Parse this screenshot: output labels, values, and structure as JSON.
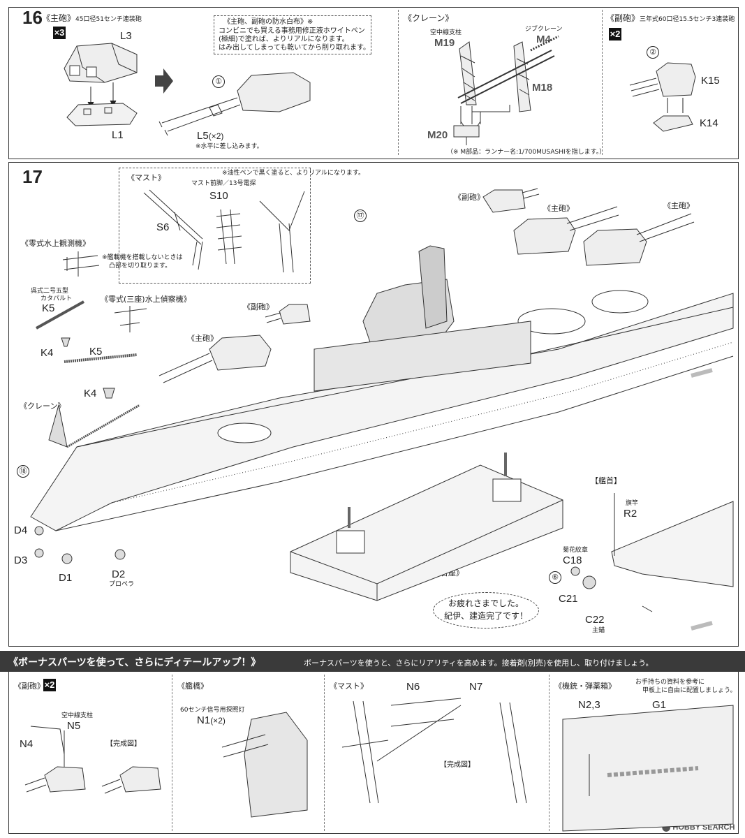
{
  "step16": {
    "number": "16",
    "main_gun": {
      "title": "《主砲》",
      "sub": "45口径51センチ連装砲",
      "qty": "×3",
      "parts": {
        "l3": "L3",
        "l1": "L1",
        "l5": "L5",
        "l5_qty": "(×2)"
      },
      "note": "※水平に差し込みます。",
      "ref": "①"
    },
    "waterproof_note": {
      "title": "《主砲、副砲の防水白布》※",
      "lines": [
        "コンビニでも買える事務用修正液ホワイトペン",
        "(極細)で塗れば、よりリアルになります。",
        "はみ出してしまっても乾いてから削り取れます。"
      ]
    },
    "crane": {
      "title": "《クレーン》",
      "labels": {
        "mast": "空中線支柱",
        "jib": "ジブクレーン"
      },
      "parts": {
        "m19": "M19",
        "m4": "M4",
        "m18": "M18",
        "m20": "M20"
      },
      "note": "（※ M部品：ランナー名:1/700MUSASHIを指します。）"
    },
    "secondary_gun": {
      "title": "《副砲》",
      "sub": "三年式60口径15.5センチ3連装砲",
      "qty": "×2",
      "parts": {
        "k15": "K15",
        "k14": "K14"
      },
      "ref": "②"
    }
  },
  "step17": {
    "number": "17",
    "mast": {
      "title": "《マスト》",
      "s6": "S6",
      "s10_label": "マスト前脚／13号電探",
      "s10": "S10",
      "note": "※油性ペンで黒く塗ると、よりリアルになります。"
    },
    "seaplane": {
      "title": "《零式水上観測機》",
      "note_lines": [
        "※艦載機を搭載しないときは",
        "凸部を切り取ります。"
      ]
    },
    "catapult": {
      "label_lines": [
        "呉式二号五型",
        "カタパルト"
      ],
      "k5a": "K5",
      "k5b": "K5",
      "k4a": "K4",
      "k4b": "K4"
    },
    "recon_plane": {
      "title": "《零式(三座)水上偵察機》"
    },
    "labels": {
      "secondary_a": "《副砲》",
      "secondary_b": "《副砲》",
      "main_a": "《主砲》",
      "main_b": "《主砲》",
      "main_c": "《主砲》",
      "crane": "《クレーン》",
      "base": "《台座》",
      "bow": "【艦首】"
    },
    "refs": {
      "r17": "⑰",
      "r18": "⑱",
      "r6": "⑥"
    },
    "props": {
      "d4": "D4",
      "d3": "D3",
      "d1": "D1",
      "d2": "D2",
      "label": "プロペラ"
    },
    "bow_parts": {
      "flag_label": "旗竿",
      "r2": "R2",
      "emblem_label": "菊花紋章",
      "c18": "C18",
      "c21": "C21",
      "c22": "C22",
      "anchor_label": "主錨"
    },
    "finish_msg_lines": [
      "お疲れさまでした。",
      "紀伊、建造完了です！"
    ]
  },
  "bonus": {
    "title": "《ボーナスパーツを使って、さらにディテールアップ！》",
    "subtitle": "ボーナスパーツを使うと、さらにリアリティを高めます。接着剤(別売)を使用し、取り付けましょう。",
    "secondary": {
      "title": "《副砲》",
      "qty": "×2",
      "mast_label": "空中線支柱",
      "n5": "N5",
      "n4": "N4",
      "done": "【完成図】"
    },
    "bridge": {
      "title": "《艦橋》",
      "label": "60センチ信号用探照灯",
      "n1": "N1",
      "n1_qty": "(×2)"
    },
    "mast": {
      "title": "《マスト》",
      "n6": "N6",
      "n7": "N7",
      "done": "【完成図】"
    },
    "aa": {
      "title": "《機銃・弾薬箱》",
      "note_lines": [
        "お手持ちの資料を参考に",
        "甲板上に自由に配置しましょう。"
      ],
      "n23": "N2,3",
      "g1": "G1"
    }
  },
  "watermark": {
    "brand": "HOBBY SEARCH"
  }
}
